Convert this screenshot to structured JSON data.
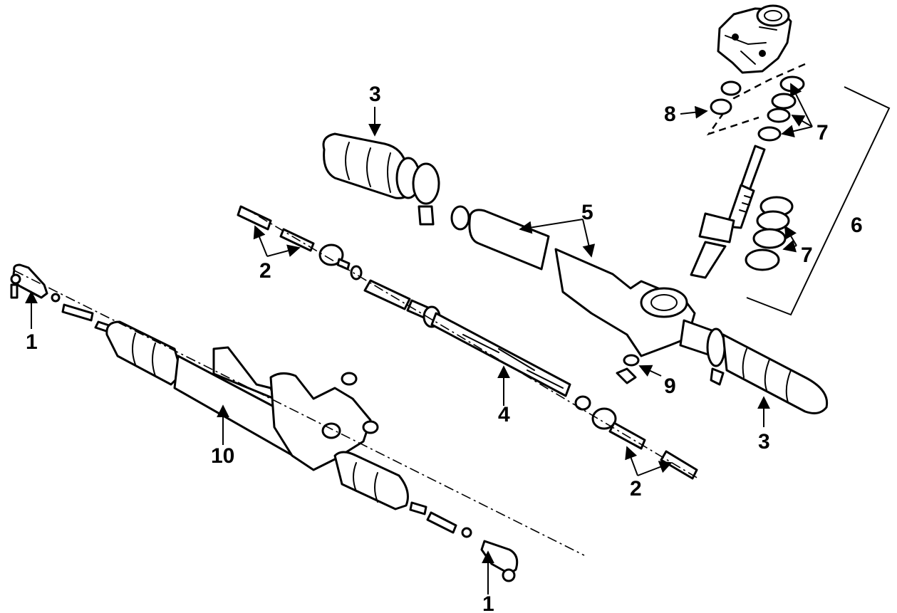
{
  "diagram": {
    "callouts": [
      {
        "id": "c1a",
        "label": "1"
      },
      {
        "id": "c1b",
        "label": "1"
      },
      {
        "id": "c2a",
        "label": "2"
      },
      {
        "id": "c2b",
        "label": "2"
      },
      {
        "id": "c3a",
        "label": "3"
      },
      {
        "id": "c3b",
        "label": "3"
      },
      {
        "id": "c4",
        "label": "4"
      },
      {
        "id": "c5",
        "label": "5"
      },
      {
        "id": "c6",
        "label": "6"
      },
      {
        "id": "c7a",
        "label": "7"
      },
      {
        "id": "c7b",
        "label": "7"
      },
      {
        "id": "c8",
        "label": "8"
      },
      {
        "id": "c9",
        "label": "9"
      },
      {
        "id": "c10",
        "label": "10"
      }
    ]
  }
}
